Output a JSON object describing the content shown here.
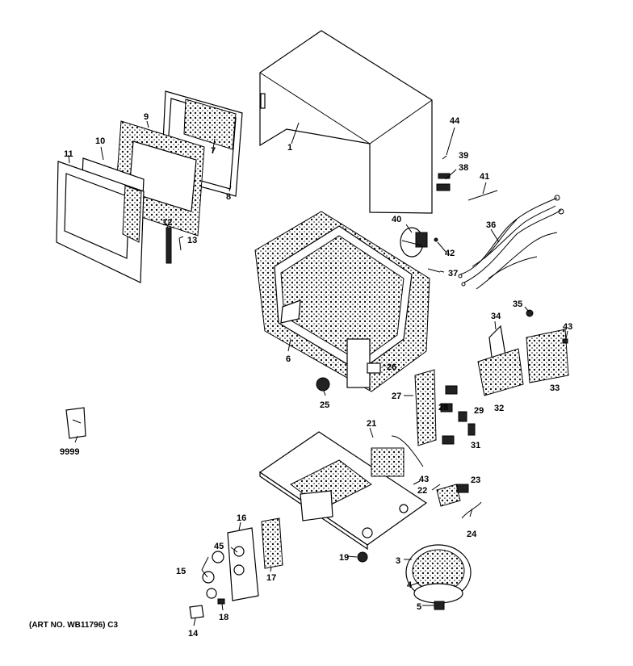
{
  "caption": "(ART NO. WB11796) C3",
  "callouts": {
    "c1": "1",
    "c3": "3",
    "c4": "4",
    "c5": "5",
    "c6": "6",
    "c7": "7",
    "c8": "8",
    "c9": "9",
    "c10": "10",
    "c11": "11",
    "c12": "12",
    "c13": "13",
    "c14": "14",
    "c15": "15",
    "c16": "16",
    "c17": "17",
    "c18": "18",
    "c19": "19",
    "c21": "21",
    "c22": "22",
    "c23": "23",
    "c24": "24",
    "c25": "25",
    "c26": "26",
    "c27": "27",
    "c28": "28",
    "c29": "29",
    "c31": "31",
    "c32": "32",
    "c33": "33",
    "c34": "34",
    "c35": "35",
    "c36": "36",
    "c37": "37",
    "c38": "38",
    "c39": "39",
    "c40": "40",
    "c41": "41",
    "c42": "42",
    "c43a": "43",
    "c43b": "43",
    "c44": "44",
    "c45": "45",
    "c9999": "9999"
  }
}
